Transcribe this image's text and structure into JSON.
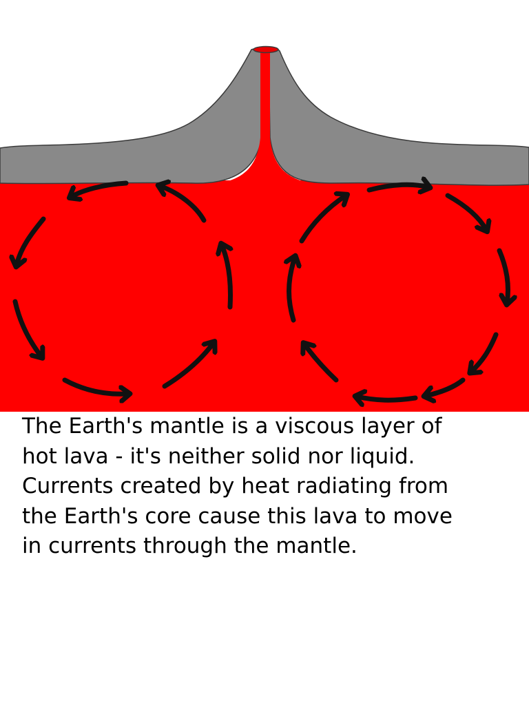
{
  "caption_lines": [
    "The Earth's mantle is a viscous layer of",
    "hot lava - it's neither solid nor liquid.",
    "Currents created by heat radiating from",
    "the Earth's core cause this lava to move",
    "in currents through the mantle."
  ],
  "colors": {
    "mantle": "#ff0000",
    "crust": "#898989",
    "crust_outline": "#3a3a3a",
    "arrow": "#111111",
    "background": "#ffffff"
  },
  "icons": {
    "arrow": "curved-arrow-icon"
  }
}
